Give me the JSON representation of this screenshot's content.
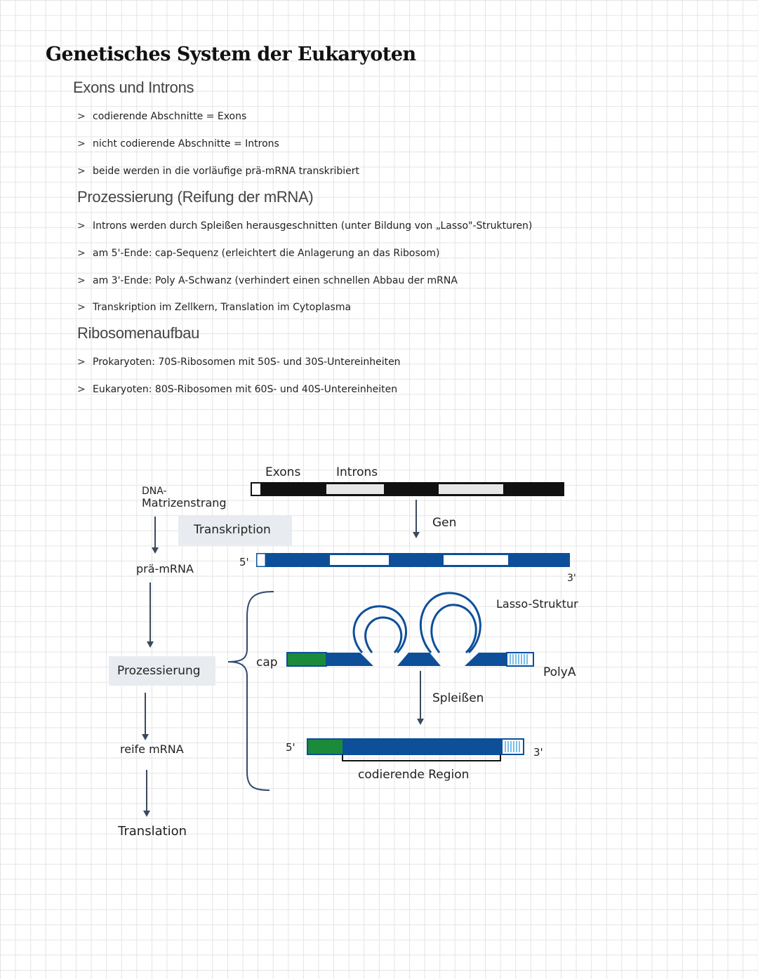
{
  "title": "Genetisches System der Eukaryoten",
  "sections": [
    {
      "heading": "Exons und Introns",
      "bullets": [
        "codierende   Abschnitte  = Exons",
        "nicht  codierende   Abschnitte = Introns",
        "beide  werden  in  die  vorläufige  prä-mRNA  transkribiert"
      ]
    },
    {
      "heading": "Prozessierung (Reifung der mRNA)",
      "bullets": [
        "Introns  werden  durch  Spleißen  herausgeschnitten (unter  Bildung  von „Lasso\"-Strukturen)",
        "am  5'-Ende:  cap-Sequenz   (erleichtert  die  Anlagerung  an  das  Ribosom)",
        "am  3'-Ende:  Poly  A-Schwanz  (verhindert  einen  schnellen  Abbau  der  mRNA",
        "Transkription  im  Zellkern,  Translation  im   Cytoplasma"
      ]
    },
    {
      "heading": "Ribosomenaufbau",
      "bullets": [
        "Prokaryoten:  70S-Ribosomen  mit    50S-  und   30S-Untereinheiten",
        "Eukaryoten:  80S-Ribosomen  mit   60S-  und  40S-Untereinheiten"
      ]
    }
  ],
  "bullet_marker": ">",
  "diagram": {
    "labels": {
      "exons": "Exons",
      "introns": "Introns",
      "dna_line1": "DNA-",
      "dna_line2": "Matrizenstrang",
      "transkription": "Transkription",
      "gen": "Gen",
      "pra_mrna": "prä-mRNA",
      "five_prime_top": "5'",
      "three_prime_top": "3'",
      "lasso": "Lasso-Struktur",
      "cap": "cap",
      "polya": "PolyA",
      "prozessierung": "Prozessierung",
      "spleissen": "Spleißen",
      "reife_mrna": "reife mRNA",
      "five_prime_bottom": "5'",
      "three_prime_bottom": "3'",
      "codierende_region": "codierende Region",
      "translation": "Translation"
    },
    "colors": {
      "dna": "#111111",
      "mrna": "#0d4f99",
      "cap": "#1b8a3a",
      "polya": "#4aa8e0",
      "highlight": "#e8ecf0"
    }
  }
}
